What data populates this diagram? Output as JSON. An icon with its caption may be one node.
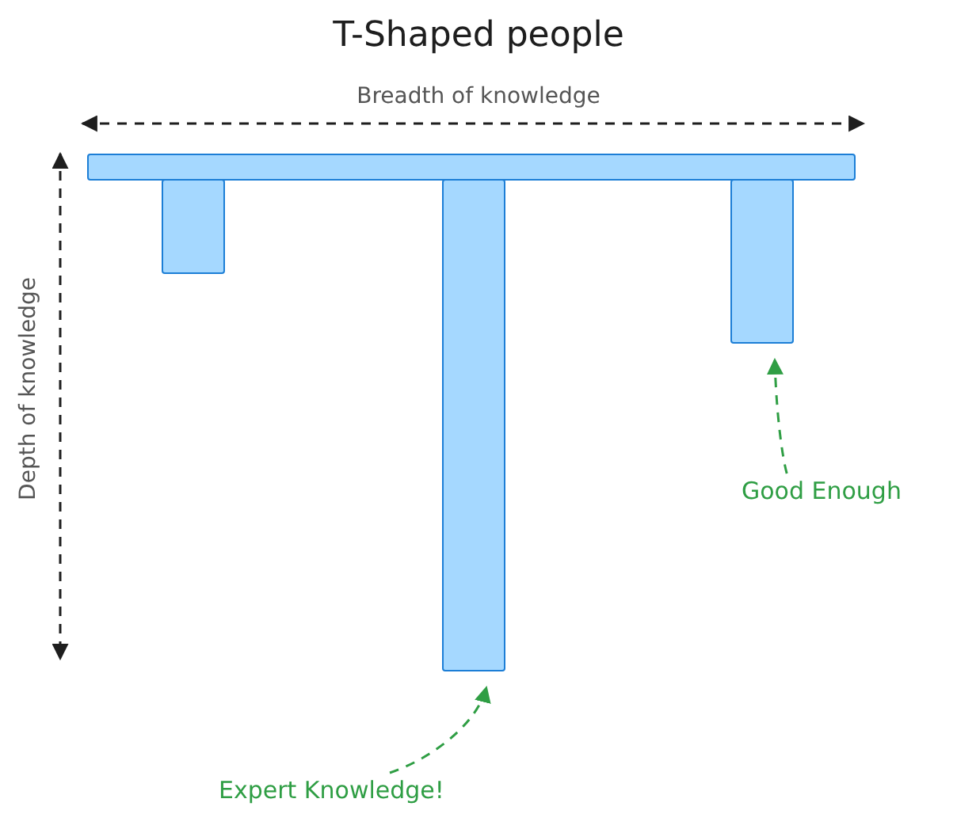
{
  "diagram": {
    "title": "T-Shaped people",
    "nodes": [
      {
        "text": [],
        "shape": "bar"
      },
      {
        "text": [],
        "shape": "bar"
      },
      {
        "text": [],
        "shape": "bar"
      },
      {
        "text": [],
        "shape": "bar"
      },
      {
        "text": [
          "Expert Knowledge!"
        ]
      },
      {
        "text": [
          "Good Enough"
        ]
      }
    ],
    "edges": [
      {
        "from": 4,
        "to": 2,
        "arrow": "to",
        "style": "dashed",
        "color": "#2f9e44"
      },
      {
        "from": 5,
        "to": 3,
        "arrow": "to",
        "style": "dashed",
        "color": "#2f9e44"
      }
    ],
    "labels": [
      "Breadth of knowledge",
      "Depth of knowledge"
    ]
  }
}
